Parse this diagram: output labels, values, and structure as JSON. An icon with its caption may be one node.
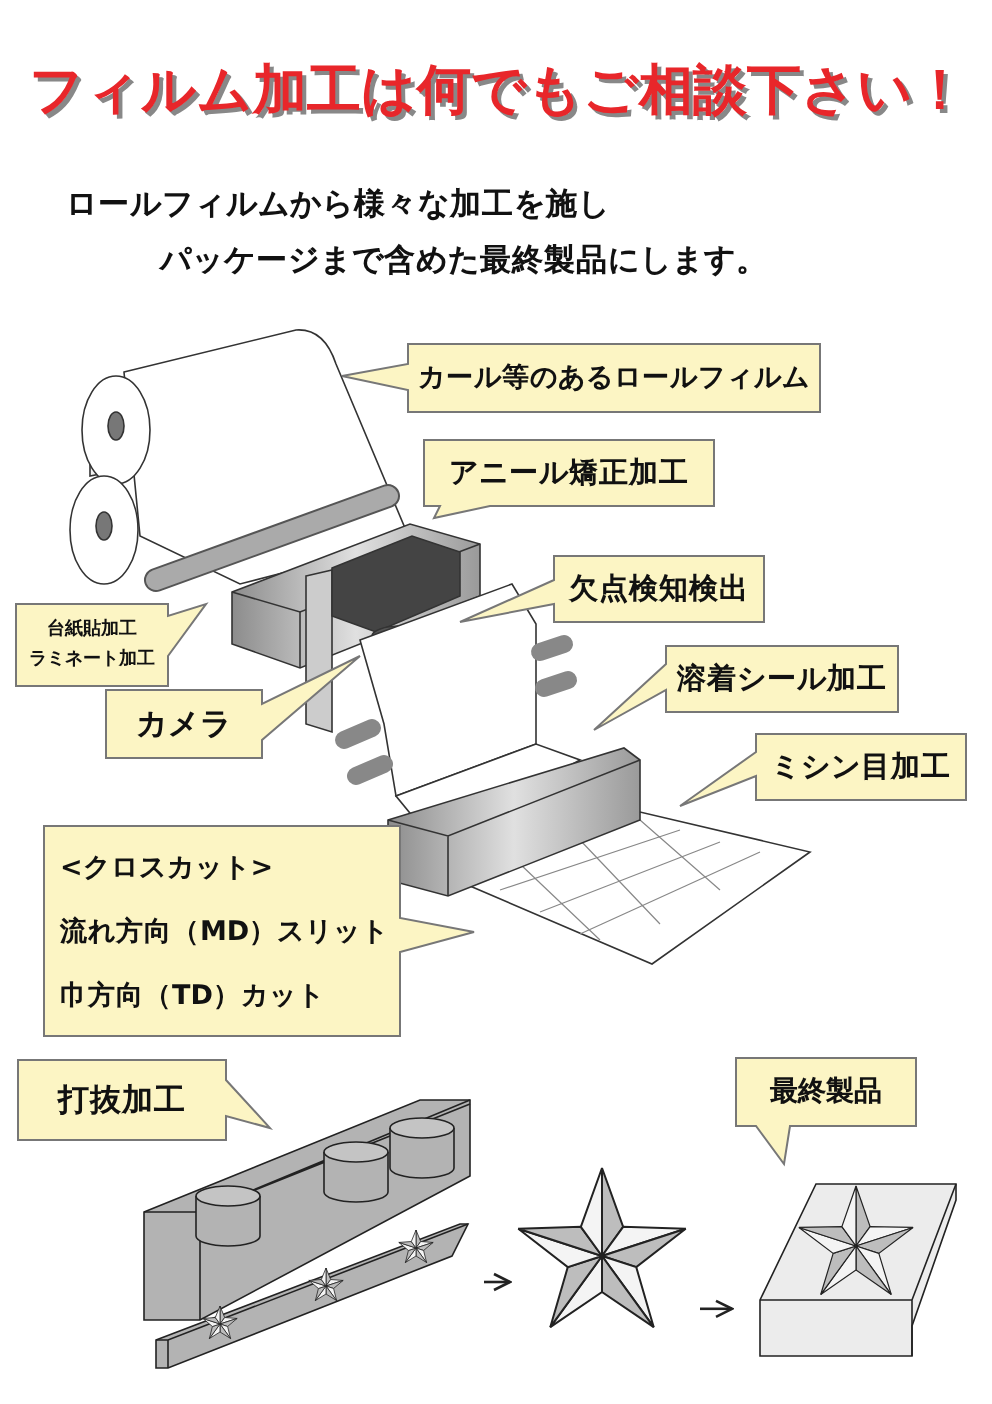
{
  "diagram": {
    "title": "フィルム加工は何でもご相談下さい！",
    "nodes": [
      {
        "text": [
          "カール等のあるロールフィルム"
        ]
      },
      {
        "text": [
          "アニール矯正加工"
        ]
      },
      {
        "text": [
          "欠点検知検出"
        ]
      },
      {
        "text": [
          "台紙貼加工",
          "ラミネート加工"
        ]
      },
      {
        "text": [
          "カメラ"
        ]
      },
      {
        "text": [
          "溶着シール加工"
        ]
      },
      {
        "text": [
          "ミシン目加工"
        ]
      },
      {
        "text": [
          "<クロスカット>",
          "流れ方向（MD）スリット",
          "巾方向（TD）カット"
        ]
      },
      {
        "text": [
          "打抜加工"
        ]
      },
      {
        "text": [
          "最終製品"
        ]
      },
      {
        "text": [],
        "shape": "picture"
      },
      {
        "text": [],
        "shape": "picture"
      },
      {
        "text": [],
        "shape": "picture"
      }
    ],
    "edges": [
      {
        "from": 10,
        "to": 11,
        "arrow": "to"
      },
      {
        "from": 11,
        "to": 12,
        "arrow": "to"
      }
    ],
    "labels": [
      "ロールフィルムから様々な加工を施し",
      "パッケージまで含めた最終製品にします。"
    ]
  }
}
